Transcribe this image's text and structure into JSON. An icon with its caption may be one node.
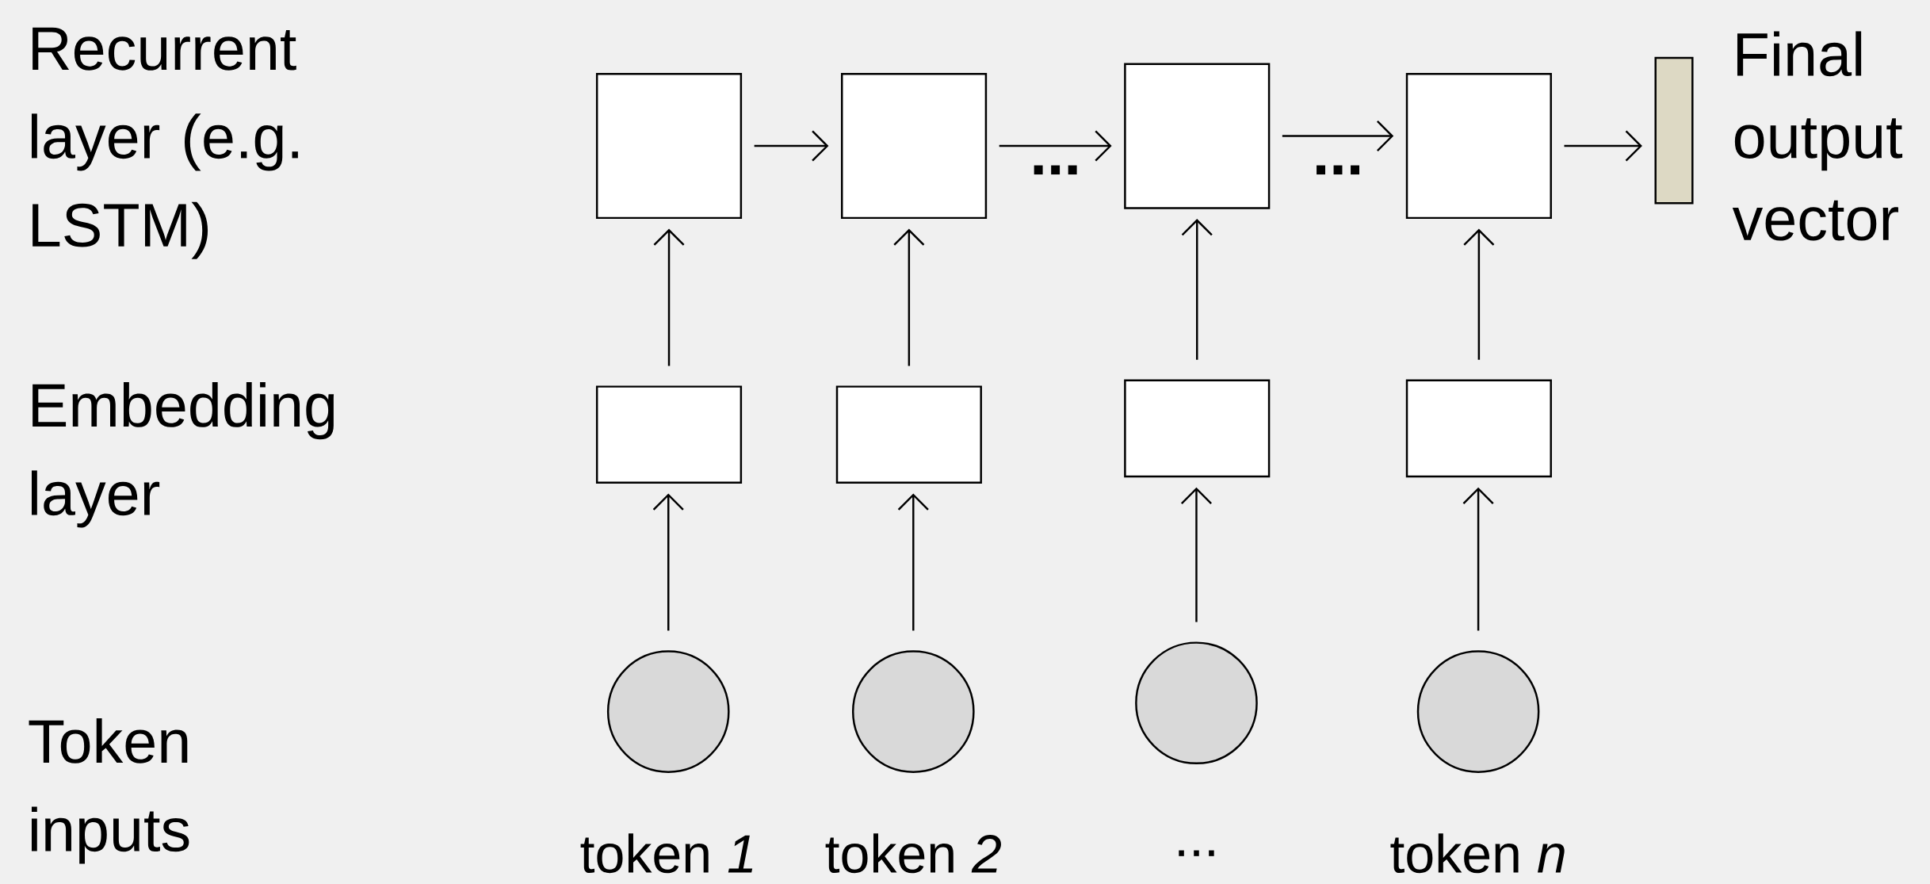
{
  "diagram": {
    "nodes": [
      {
        "text": [],
        "shape": "box"
      },
      {
        "text": [],
        "shape": "box"
      },
      {
        "text": [],
        "shape": "box"
      },
      {
        "text": [],
        "shape": "box"
      },
      {
        "text": [],
        "shape": "bar",
        "beside": [
          "Final output vector"
        ]
      },
      {
        "text": [],
        "shape": "box"
      },
      {
        "text": [],
        "shape": "box"
      },
      {
        "text": [],
        "shape": "box"
      },
      {
        "text": [],
        "shape": "box"
      },
      {
        "text": [],
        "shape": "circle",
        "beside": [
          "token *1*"
        ]
      },
      {
        "text": [],
        "shape": "circle",
        "beside": [
          "token *2*"
        ]
      },
      {
        "text": [],
        "shape": "circle",
        "beside": [
          "..."
        ]
      },
      {
        "text": [],
        "shape": "circle",
        "beside": [
          "token *n*"
        ]
      }
    ],
    "edges": [
      {
        "from": 9,
        "to": 5,
        "arrow": "to"
      },
      {
        "from": 10,
        "to": 6,
        "arrow": "to"
      },
      {
        "from": 11,
        "to": 7,
        "arrow": "to"
      },
      {
        "from": 12,
        "to": 8,
        "arrow": "to"
      },
      {
        "from": 5,
        "to": 0,
        "arrow": "to"
      },
      {
        "from": 6,
        "to": 1,
        "arrow": "to"
      },
      {
        "from": 7,
        "to": 2,
        "arrow": "to"
      },
      {
        "from": 8,
        "to": 3,
        "arrow": "to"
      },
      {
        "from": 0,
        "to": 1,
        "arrow": "to"
      },
      {
        "from": 1,
        "to": 2,
        "arrow": "to",
        "label": "..."
      },
      {
        "from": 2,
        "to": 3,
        "arrow": "to",
        "label": "..."
      },
      {
        "from": 3,
        "to": 4,
        "arrow": "to"
      }
    ],
    "labels": [
      "Recurrent layer (e.g. LSTM)",
      "Embedding layer",
      "Token inputs"
    ]
  }
}
